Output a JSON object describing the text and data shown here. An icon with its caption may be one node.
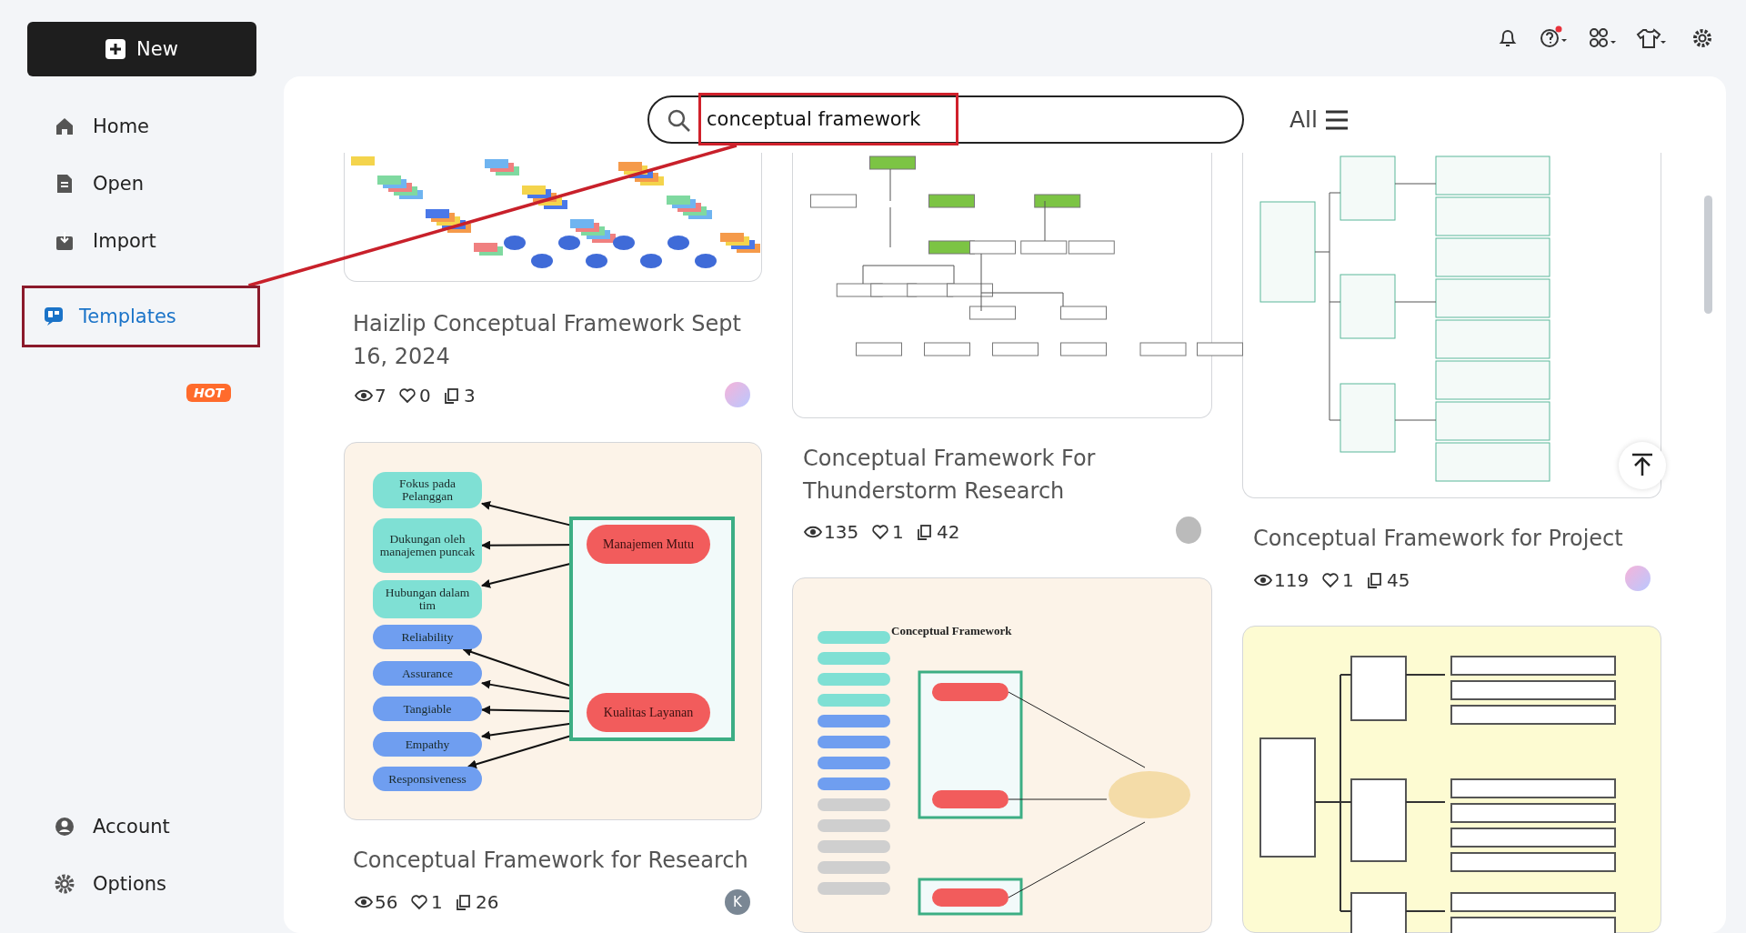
{
  "diagram": {
    "nodes": [
      {
        "text": [
          "Templates"
        ]
      },
      {
        "text": [
          "conceptual framework"
        ]
      },
      {
        "text": [],
        "shape": "box"
      },
      {
        "text": [
          "Manajemen Mutu"
        ],
        "in": 2
      },
      {
        "text": [
          "Kualitas Layanan"
        ],
        "in": 2
      },
      {
        "text": [
          "Fokus pada Pelanggan"
        ]
      },
      {
        "text": [
          "Dukungan oleh manajemen puncak"
        ]
      },
      {
        "text": [
          "Hubungan dalam tim"
        ]
      },
      {
        "text": [
          "Reliability"
        ]
      },
      {
        "text": [
          "Assurance"
        ]
      },
      {
        "text": [
          "Tangiable"
        ]
      },
      {
        "text": [
          "Empathy"
        ]
      },
      {
        "text": [
          "Responsiveness"
        ]
      }
    ],
    "edges": [
      {
        "from": 1,
        "to": 0,
        "arrow": "none",
        "color": "#c8202a"
      },
      {
        "from": 3,
        "to": 5,
        "arrow": "to"
      },
      {
        "from": 3,
        "to": 6,
        "arrow": "to"
      },
      {
        "from": 3,
        "to": 7,
        "arrow": "to"
      },
      {
        "from": 4,
        "to": 8,
        "arrow": "to"
      },
      {
        "from": 4,
        "to": 9,
        "arrow": "to"
      },
      {
        "from": 4,
        "to": 10,
        "arrow": "to"
      },
      {
        "from": 4,
        "to": 11,
        "arrow": "to"
      },
      {
        "from": 4,
        "to": 12,
        "arrow": "to"
      }
    ],
    "labels": [
      "New",
      "Home",
      "Open",
      "Import",
      "HOT",
      "Account",
      "Options",
      "All",
      "Haizlip Conceptual Framework Sept 16, 2024",
      "7",
      "0",
      "3",
      "Conceptual Framework for Research",
      "56",
      "1",
      "26",
      "K",
      "Conceptual Framework For Thunderstorm Research",
      "135",
      "1",
      "42",
      "Conceptual Framework",
      "Conceptual Framework for Project",
      "119",
      "1",
      "45"
    ]
  }
}
